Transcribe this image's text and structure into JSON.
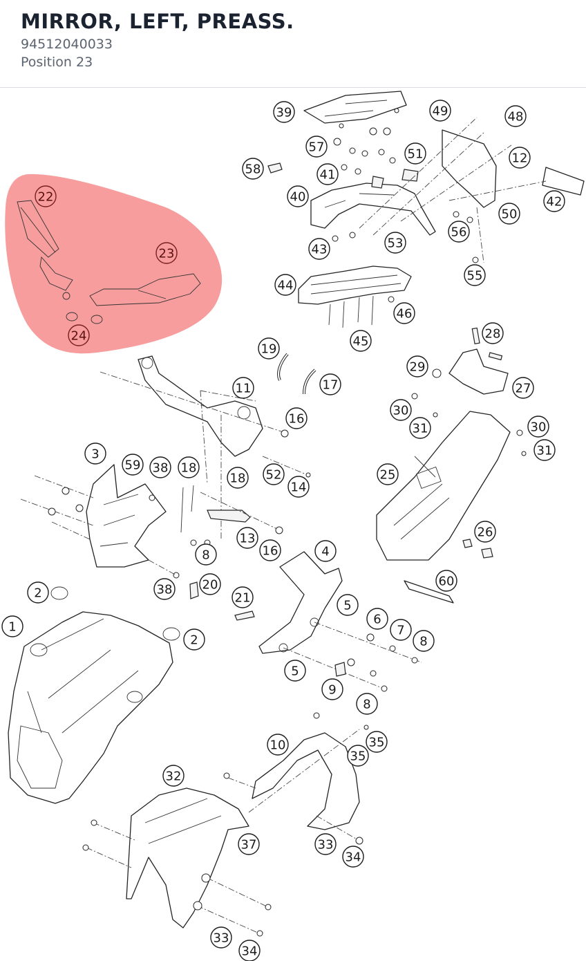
{
  "header": {
    "title": "MIRROR, LEFT, PREASS.",
    "part_number": "94512040033",
    "position": "Position 23"
  },
  "diagram": {
    "highlight_color": "#f47c7c",
    "highlighted_callouts": [
      "22",
      "23",
      "24"
    ],
    "callouts": [
      "39",
      "49",
      "48",
      "57",
      "51",
      "58",
      "41",
      "12",
      "40",
      "42",
      "50",
      "56",
      "43",
      "53",
      "55",
      "44",
      "46",
      "45",
      "22",
      "23",
      "24",
      "19",
      "17",
      "28",
      "29",
      "27",
      "11",
      "16",
      "30",
      "31",
      "30",
      "31",
      "25",
      "3",
      "59",
      "38",
      "18",
      "18",
      "52",
      "14",
      "13",
      "16",
      "8",
      "26",
      "38",
      "20",
      "60",
      "2",
      "21",
      "4",
      "5",
      "6",
      "7",
      "8",
      "1",
      "2",
      "5",
      "9",
      "8",
      "10",
      "35",
      "35",
      "32",
      "37",
      "33",
      "34",
      "33",
      "34"
    ]
  }
}
